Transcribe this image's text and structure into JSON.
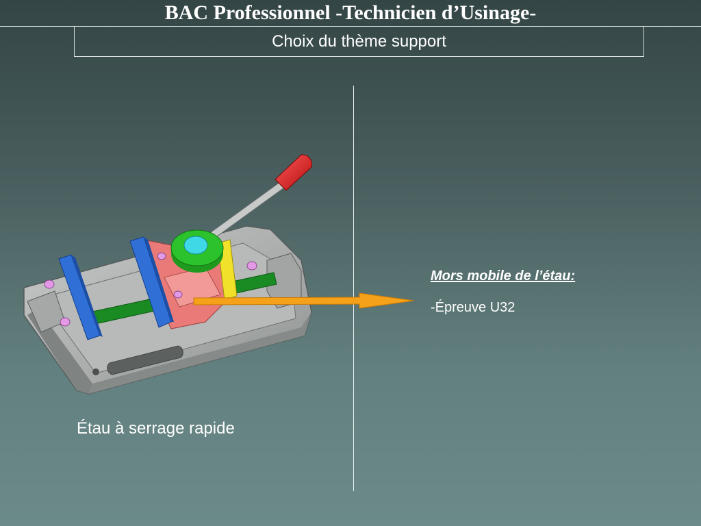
{
  "header": {
    "title": "BAC Professionnel -Technicien d’Usinage-",
    "subtitle": "Choix du thème support"
  },
  "illustration": {
    "caption": "Étau à serrage rapide",
    "colors": {
      "base": "#a9acab",
      "fixed_jaw": "#2f6fd6",
      "moving_jaw": "#e97a78",
      "rod": "#1a8a22",
      "cam": "#2bc22b",
      "cam_cap": "#3fd8e6",
      "yellow_plate": "#f2e12a",
      "handle_grip": "#e01515",
      "screws": "#e39ae6",
      "arrow": "#f5a21a"
    }
  },
  "annotation": {
    "heading": "Mors mobile de l’étau:",
    "detail": "-Épreuve U32"
  }
}
